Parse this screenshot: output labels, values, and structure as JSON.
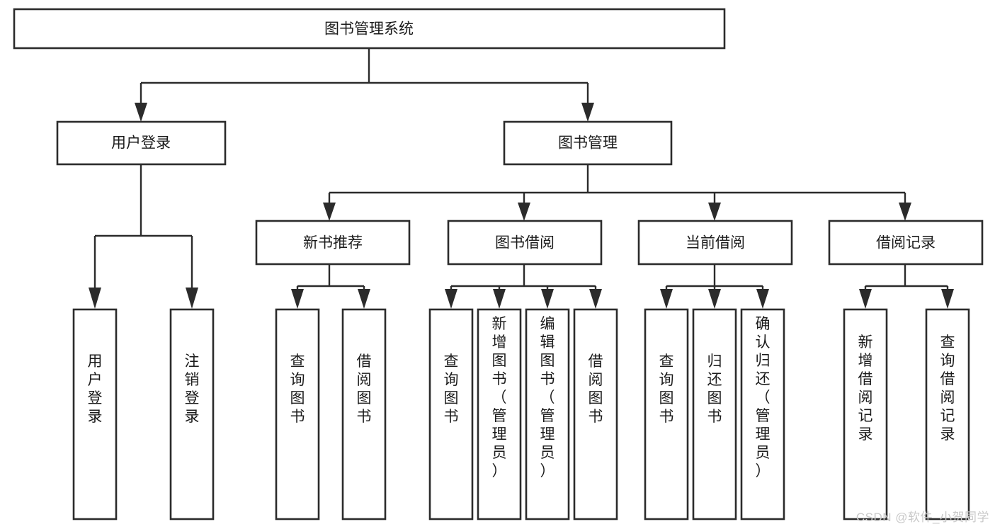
{
  "diagram": {
    "type": "tree-flowchart",
    "title": "图书管理系统",
    "watermark": "CSDN @软件_小贺同学",
    "colors": {
      "box_stroke": "#2b2b2b",
      "box_fill": "#ffffff",
      "connector": "#2b2b2b",
      "text": "#1b1b1b",
      "background": "#ffffff",
      "watermark": "#c9c9c9"
    },
    "nodes": {
      "root": {
        "label": "图书管理系统",
        "level": 0,
        "orientation": "horizontal"
      },
      "level1": [
        {
          "id": "user-login",
          "label": "用户登录",
          "orientation": "horizontal"
        },
        {
          "id": "book-manage",
          "label": "图书管理",
          "orientation": "horizontal"
        }
      ],
      "level2": [
        {
          "id": "new-book-recommend",
          "label": "新书推荐",
          "orientation": "horizontal",
          "parent": "book-manage"
        },
        {
          "id": "book-borrow",
          "label": "图书借阅",
          "orientation": "horizontal",
          "parent": "book-manage"
        },
        {
          "id": "current-borrow",
          "label": "当前借阅",
          "orientation": "horizontal",
          "parent": "book-manage"
        },
        {
          "id": "borrow-record",
          "label": "借阅记录",
          "orientation": "horizontal",
          "parent": "book-manage"
        }
      ],
      "leaves": [
        {
          "id": "leaf-user-login",
          "label": "用户登录",
          "parent": "user-login",
          "orientation": "vertical"
        },
        {
          "id": "leaf-logout",
          "label": "注销登录",
          "parent": "user-login",
          "orientation": "vertical"
        },
        {
          "id": "leaf-query-book-1",
          "label": "查询图书",
          "parent": "new-book-recommend",
          "orientation": "vertical"
        },
        {
          "id": "leaf-borrow-book-1",
          "label": "借阅图书",
          "parent": "new-book-recommend",
          "orientation": "vertical"
        },
        {
          "id": "leaf-query-book-2",
          "label": "查询图书",
          "parent": "book-borrow",
          "orientation": "vertical"
        },
        {
          "id": "leaf-add-book",
          "label": "新增图书（管理员）",
          "parent": "book-borrow",
          "orientation": "vertical"
        },
        {
          "id": "leaf-edit-book",
          "label": "编辑图书（管理员）",
          "parent": "book-borrow",
          "orientation": "vertical"
        },
        {
          "id": "leaf-borrow-book-2",
          "label": "借阅图书",
          "parent": "book-borrow",
          "orientation": "vertical"
        },
        {
          "id": "leaf-query-book-3",
          "label": "查询图书",
          "parent": "current-borrow",
          "orientation": "vertical"
        },
        {
          "id": "leaf-return-book",
          "label": "归还图书",
          "parent": "current-borrow",
          "orientation": "vertical"
        },
        {
          "id": "leaf-confirm-return",
          "label": "确认归还（管理员）",
          "parent": "current-borrow",
          "orientation": "vertical"
        },
        {
          "id": "leaf-add-record",
          "label": "新增借阅记录",
          "parent": "borrow-record",
          "orientation": "vertical"
        },
        {
          "id": "leaf-query-record",
          "label": "查询借阅记录",
          "parent": "borrow-record",
          "orientation": "vertical"
        }
      ]
    }
  }
}
